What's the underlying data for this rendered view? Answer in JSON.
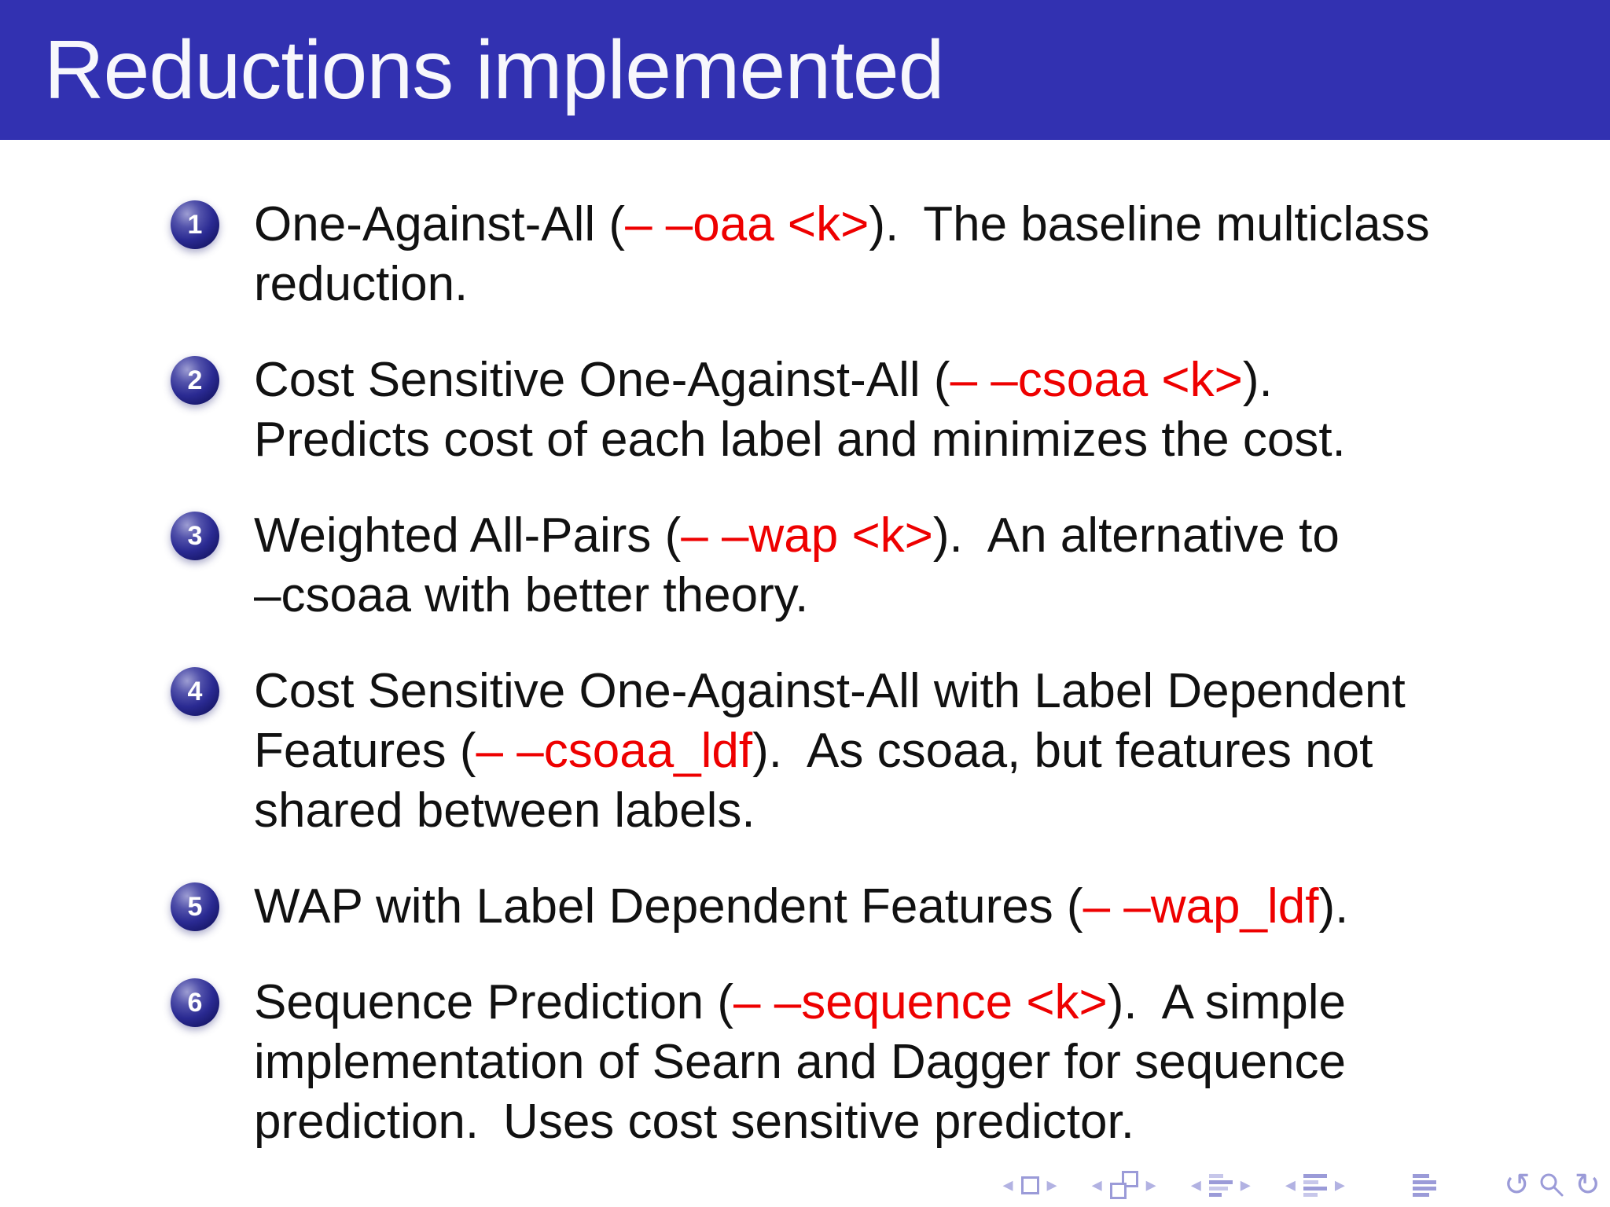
{
  "slide_title": "Reductions implemented",
  "colors": {
    "header_bg": "#3231b1",
    "title_text": "#f7f7fc",
    "body_text": "#111111",
    "alert_red": "#ee0000",
    "nav_purple": "#9b9bd8"
  },
  "list": {
    "items": [
      {
        "number": "1",
        "lines": [
          [
            {
              "t": "One-Against-All ("
            },
            {
              "t": "– –oaa <k>",
              "alert": true
            },
            {
              "t": "). The baseline multiclass"
            }
          ],
          [
            {
              "t": "reduction."
            }
          ]
        ]
      },
      {
        "number": "2",
        "lines": [
          [
            {
              "t": "Cost Sensitive One-Against-All ("
            },
            {
              "t": "– –csoaa <k>",
              "alert": true
            },
            {
              "t": ")."
            }
          ],
          [
            {
              "t": "Predicts cost of each label and minimizes the cost."
            }
          ]
        ]
      },
      {
        "number": "3",
        "lines": [
          [
            {
              "t": "Weighted All-Pairs ("
            },
            {
              "t": "– –wap <k>",
              "alert": true
            },
            {
              "t": "). An alternative to"
            }
          ],
          [
            {
              "t": "–csoaa with better theory."
            }
          ]
        ]
      },
      {
        "number": "4",
        "lines": [
          [
            {
              "t": "Cost Sensitive One-Against-All with Label Dependent"
            }
          ],
          [
            {
              "t": "Features ("
            },
            {
              "t": "– –csoaa_ldf",
              "alert": true
            },
            {
              "t": "). As csoaa, but features not"
            }
          ],
          [
            {
              "t": "shared between labels."
            }
          ]
        ]
      },
      {
        "number": "5",
        "lines": [
          [
            {
              "t": "WAP with Label Dependent Features ("
            },
            {
              "t": "– –wap_ldf",
              "alert": true
            },
            {
              "t": ")."
            }
          ]
        ]
      },
      {
        "number": "6",
        "lines": [
          [
            {
              "t": "Sequence Prediction ("
            },
            {
              "t": "– –sequence <k>",
              "alert": true
            },
            {
              "t": "). A simple"
            }
          ],
          [
            {
              "t": "implementation of Searn and Dagger for sequence"
            }
          ],
          [
            {
              "t": "prediction. Uses cost sensitive predictor."
            }
          ]
        ]
      }
    ]
  },
  "nav": {
    "glyphs": {
      "tri_left": "◂",
      "tri_right": "▸",
      "back": "↺",
      "forward": "↻"
    },
    "groups": [
      [
        "tri-left",
        "frame",
        "tri-right"
      ],
      [
        "tri-left",
        "frames",
        "tri-right"
      ],
      [
        "tri-left",
        "section-list",
        "tri-right"
      ],
      [
        "tri-left",
        "subsection-list",
        "tri-right"
      ],
      [
        "doc-list"
      ],
      [
        "back",
        "search",
        "forward"
      ]
    ]
  }
}
